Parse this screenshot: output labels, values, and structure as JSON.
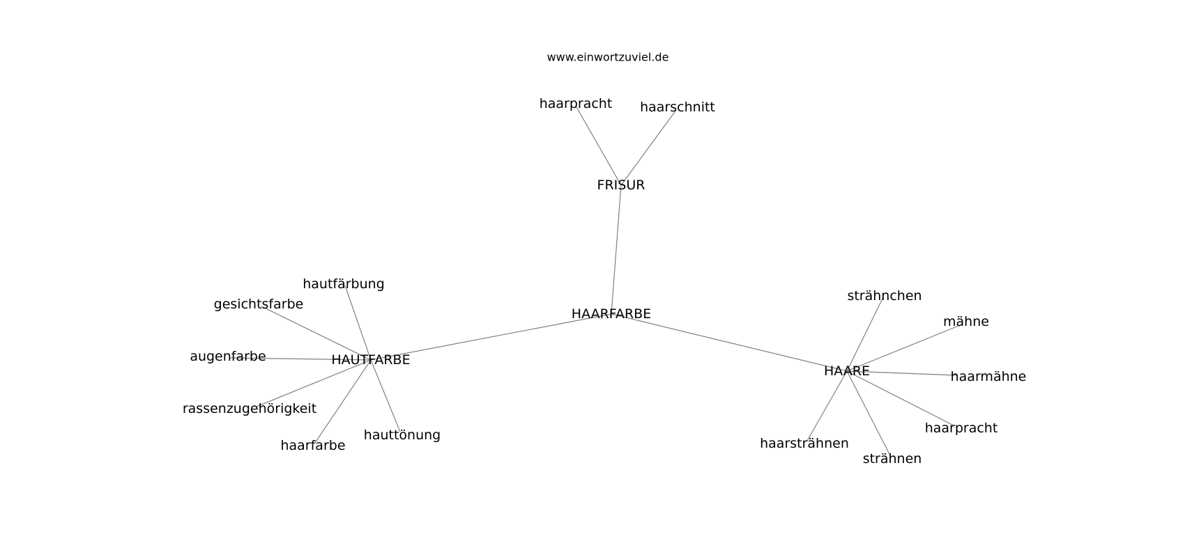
{
  "site": "www.einwortzuviel.de",
  "nodes": [
    {
      "id": "haarfarbe_center",
      "label": "HAARFARBE"
    },
    {
      "id": "frisur",
      "label": "FRISUR"
    },
    {
      "id": "hautfarbe",
      "label": "HAUTFARBE"
    },
    {
      "id": "haare",
      "label": "HAARE"
    },
    {
      "id": "frisur_haarpracht",
      "label": "haarpracht"
    },
    {
      "id": "frisur_haarschnitt",
      "label": "haarschnitt"
    },
    {
      "id": "hautfaerbung",
      "label": "hautfärbung"
    },
    {
      "id": "gesichtsfarbe",
      "label": "gesichtsfarbe"
    },
    {
      "id": "augenfarbe",
      "label": "augenfarbe"
    },
    {
      "id": "rassenzugehoerigkeit",
      "label": "rassenzugehörigkeit"
    },
    {
      "id": "haarfarbe_leaf",
      "label": "haarfarbe"
    },
    {
      "id": "hauttoenung",
      "label": "hauttönung"
    },
    {
      "id": "straehnchen",
      "label": "strähnchen"
    },
    {
      "id": "maehne",
      "label": "mähne"
    },
    {
      "id": "haarmaehne",
      "label": "haarmähne"
    },
    {
      "id": "haare_haarpracht",
      "label": "haarpracht"
    },
    {
      "id": "straehnen",
      "label": "strähnen"
    },
    {
      "id": "haarstraehnen",
      "label": "haarsträhnen"
    }
  ],
  "edges": [
    [
      "haarfarbe_center",
      "frisur"
    ],
    [
      "haarfarbe_center",
      "hautfarbe"
    ],
    [
      "haarfarbe_center",
      "haare"
    ],
    [
      "frisur",
      "frisur_haarpracht"
    ],
    [
      "frisur",
      "frisur_haarschnitt"
    ],
    [
      "hautfarbe",
      "hautfaerbung"
    ],
    [
      "hautfarbe",
      "gesichtsfarbe"
    ],
    [
      "hautfarbe",
      "augenfarbe"
    ],
    [
      "hautfarbe",
      "rassenzugehoerigkeit"
    ],
    [
      "hautfarbe",
      "haarfarbe_leaf"
    ],
    [
      "hautfarbe",
      "hauttoenung"
    ],
    [
      "haare",
      "straehnchen"
    ],
    [
      "haare",
      "maehne"
    ],
    [
      "haare",
      "haarmaehne"
    ],
    [
      "haare",
      "haare_haarpracht"
    ],
    [
      "haare",
      "straehnen"
    ],
    [
      "haare",
      "haarstraehnen"
    ]
  ],
  "colors": {
    "edge": "#808080",
    "text": "#000000",
    "background": "#ffffff"
  }
}
